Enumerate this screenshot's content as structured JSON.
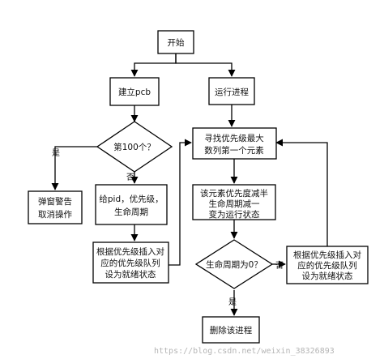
{
  "nodes": {
    "start": "开始",
    "create_pcb": "建立pcb",
    "run_process": "运行进程",
    "check_100": "第100个？",
    "popup_warning": [
      "弹窗警告",
      "取消操作"
    ],
    "assign_pid": [
      "给pid，优先级，",
      "生命周期"
    ],
    "insert_queue_left": [
      "根据优先级插入对",
      "应的优先级队列",
      "设为就绪状态"
    ],
    "find_highest": [
      "寻找优先级最大",
      "数列第一个元素"
    ],
    "decrease_priority": [
      "该元素优先度减半",
      "生命周期减一",
      "变为运行状态"
    ],
    "lifetime_zero": "生命周期为0？",
    "insert_queue_right": [
      "根据优先级插入对",
      "应的优先级队列",
      "设为就绪状态"
    ],
    "delete_process": "删除该进程"
  },
  "edge_labels": {
    "check_yes": "是",
    "check_no": "否",
    "zero_yes": "是",
    "zero_no": "否"
  },
  "watermark": "https://blog.csdn.net/weixin_38326893"
}
